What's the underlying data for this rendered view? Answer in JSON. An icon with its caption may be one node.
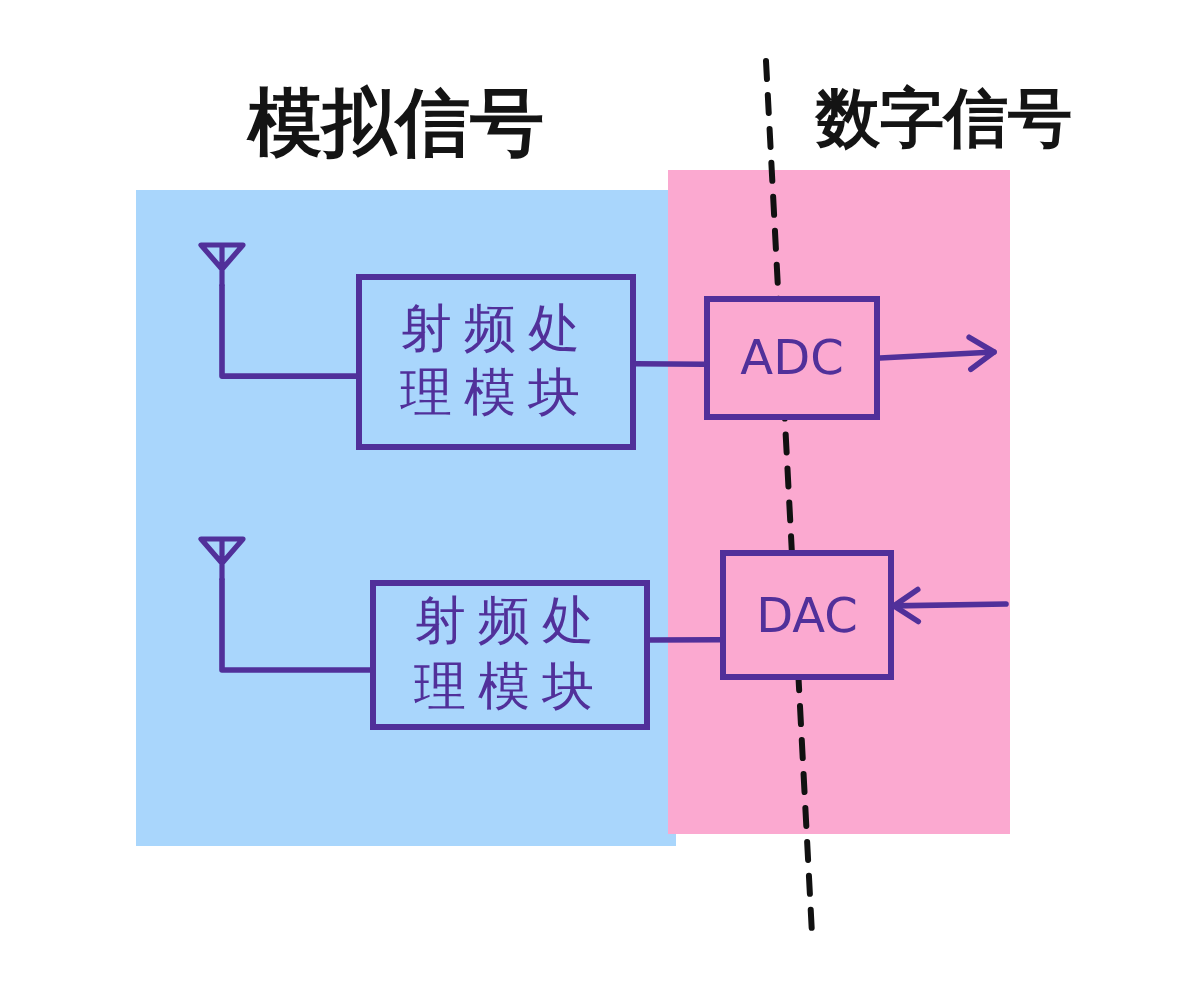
{
  "diagram": {
    "nodes": [
      {
        "text": [
          "模拟信号"
        ]
      },
      {
        "text": [
          "数字信号"
        ]
      },
      {
        "text": [],
        "shape": "antenna",
        "in": 0
      },
      {
        "text": [
          "射频处理模块"
        ],
        "in": 0
      },
      {
        "text": [
          "ADC"
        ],
        "in": 1
      },
      {
        "text": [],
        "shape": "antenna",
        "in": 0
      },
      {
        "text": [
          "射频处理模块"
        ],
        "in": 0
      },
      {
        "text": [
          "DAC"
        ],
        "in": 1
      }
    ],
    "edges": [
      {
        "from": 2,
        "to": 3,
        "arrow": "none"
      },
      {
        "from": 3,
        "to": 4,
        "arrow": "none"
      },
      {
        "from": 4,
        "to": null,
        "arrow": "to"
      },
      {
        "from": null,
        "to": 7,
        "arrow": "to"
      },
      {
        "from": 7,
        "to": 6,
        "arrow": "none"
      },
      {
        "from": 6,
        "to": 5,
        "arrow": "none"
      }
    ]
  }
}
